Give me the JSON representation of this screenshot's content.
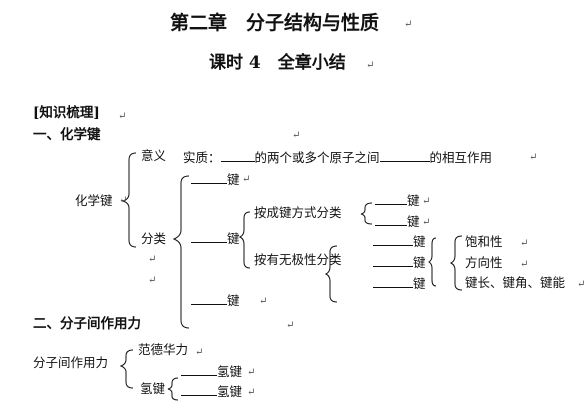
{
  "title": "第二章　分子结构与性质",
  "subtitle": "课时 4　全章小结",
  "section_label": "[知识梳理]",
  "section1": "一、化学键",
  "tree1": {
    "root": "化学键",
    "meaning": "意义",
    "essence_prefix": "实质：",
    "essence_mid": "的两个或多个原子之间",
    "essence_suffix": "的相互作用",
    "classify": "分类",
    "bond": "键",
    "by_formation": "按成键方式分类",
    "by_polarity": "按有无极性分类",
    "saturation": "饱和性",
    "direction": "方向性",
    "params": "键长、键角、键能"
  },
  "section2": "二、分子间作用力",
  "tree2": {
    "root": "分子间作用力",
    "vdw": "范德华力",
    "hbond": "氢键",
    "hbond_item": "氢键"
  },
  "para_mark": "↵",
  "arrow_mark": "↵"
}
